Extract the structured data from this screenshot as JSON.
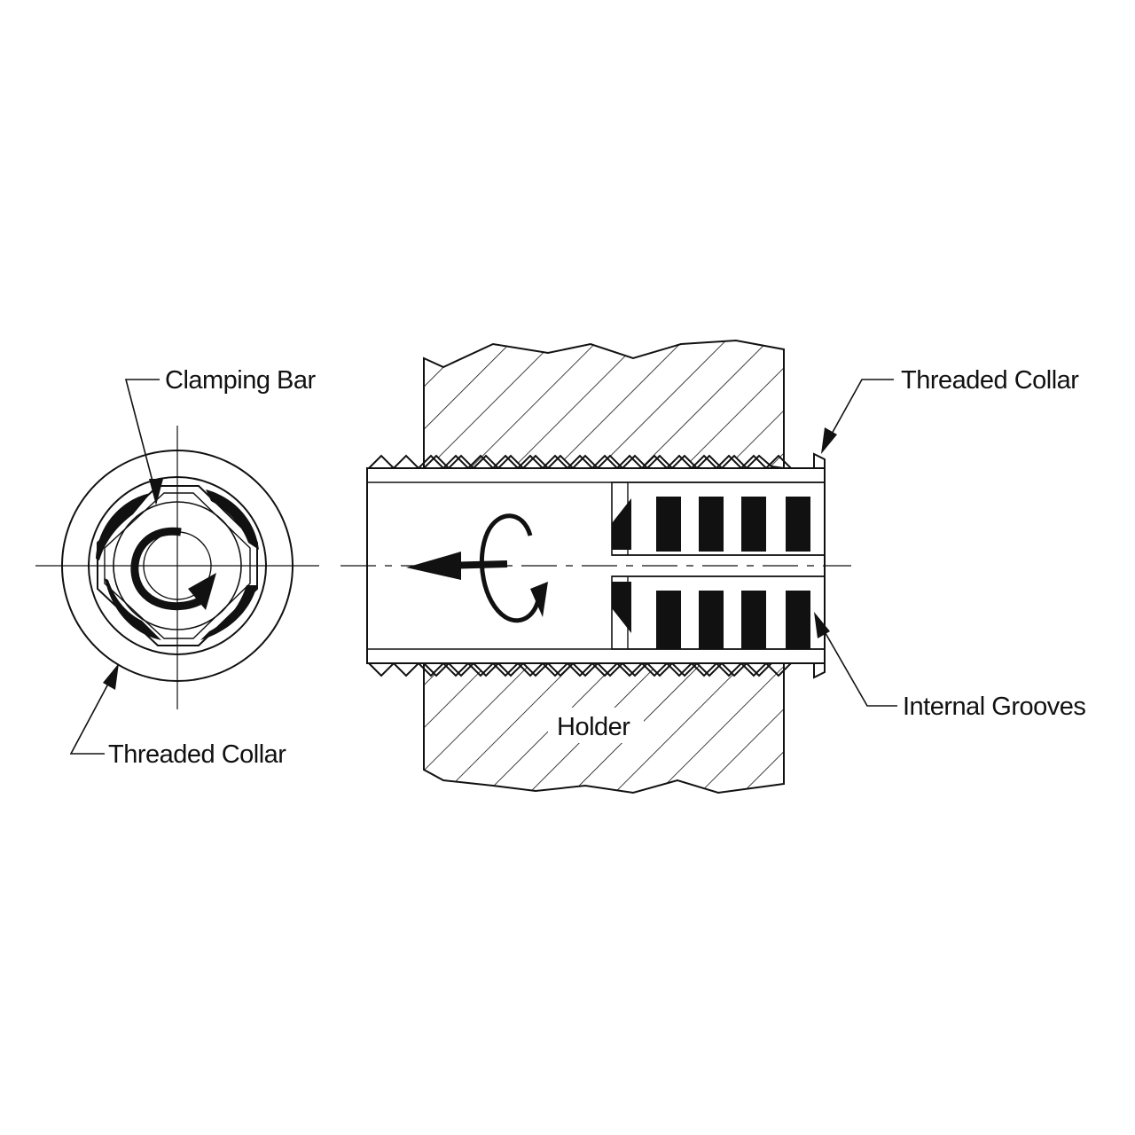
{
  "labels": {
    "clamping_bar": "Clamping  Bar",
    "threaded_collar_left": "Threaded  Collar",
    "threaded_collar_right": "Threaded  Collar",
    "internal_grooves": "Internal Grooves",
    "holder": "Holder"
  },
  "colors": {
    "ink": "#111111",
    "background": "#ffffff"
  }
}
